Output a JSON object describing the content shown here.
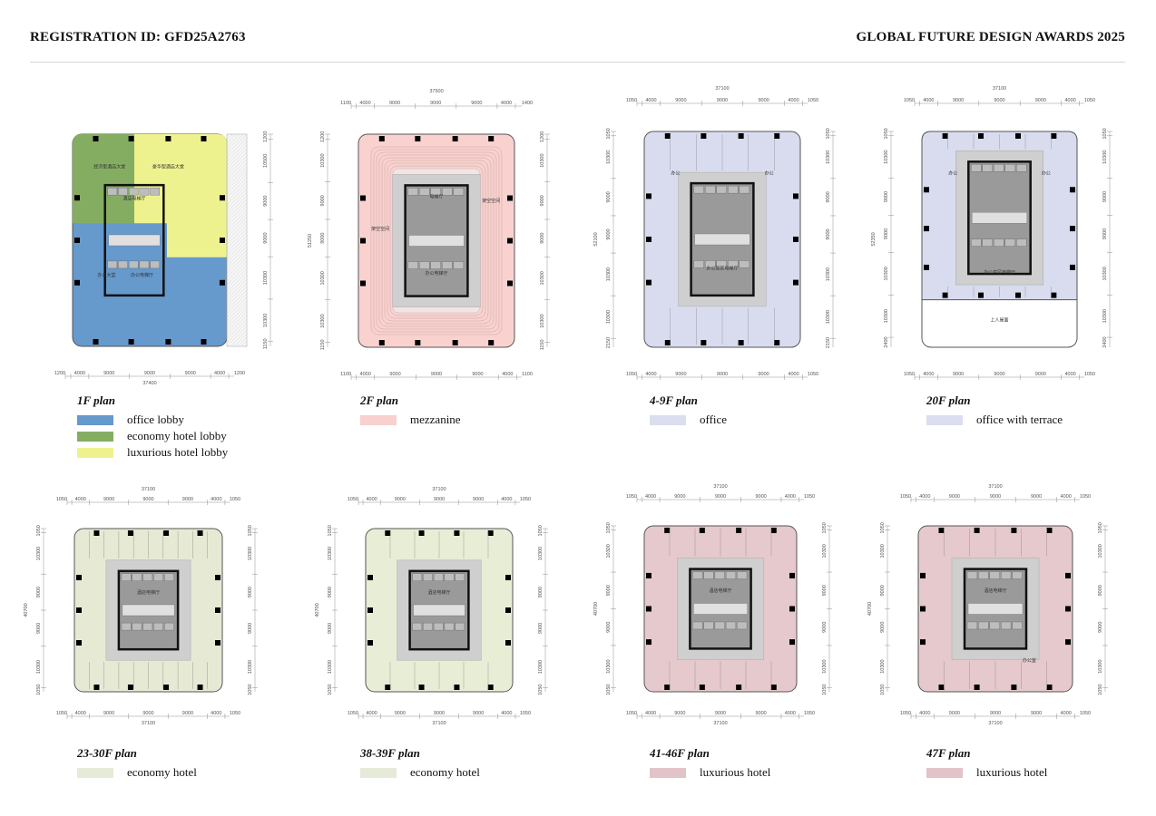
{
  "header": {
    "left": "REGISTRATION ID: GFD25A2763",
    "right": "GLOBAL FUTURE DESIGN AWARDS 2025"
  },
  "plans": [
    {
      "title": "1F plan",
      "fill": "#6699cc",
      "variant": "1f",
      "legend": [
        {
          "label": "office lobby",
          "color": "#6699cc"
        },
        {
          "label": "economy hotel lobby",
          "color": "#84ad62"
        },
        {
          "label": "luxurious hotel lobby",
          "color": "#eef28e"
        }
      ],
      "top_total": "",
      "top_dims": [],
      "bottom_dims": [
        "1200",
        "4000",
        "9000",
        "9000",
        "9000",
        "4000",
        "1200"
      ],
      "bottom_total": "37400",
      "right_dims": [
        "1200",
        "10500",
        "9000",
        "9000",
        "10300",
        "10300",
        "1150"
      ],
      "side_total": "",
      "labels": [
        "经济型酒店大堂",
        "豪华型酒店大堂",
        "酒店电梯厅",
        "办公大堂",
        "办公电梯厅"
      ]
    },
    {
      "title": "2F plan",
      "fill": "#f9d2cf",
      "variant": "2f",
      "legend": [
        {
          "label": "mezzanine",
          "color": "#f8d0cd"
        }
      ],
      "top_total": "37500",
      "top_dims": [
        "1100",
        "4000",
        "9000",
        "9000",
        "9000",
        "4000",
        "1400"
      ],
      "bottom_dims": [
        "1100",
        "4000",
        "9000",
        "9000",
        "9000",
        "4000",
        "1100"
      ],
      "bottom_total": "",
      "left_dims": [
        "1200",
        "10300",
        "9000",
        "9000",
        "10300",
        "10300",
        "1150"
      ],
      "side_total": "51250",
      "labels": [
        "电梯厅",
        "架空空间",
        "架空空间",
        "办公电梯厅"
      ]
    },
    {
      "title": "4-9F plan",
      "fill": "#d8dcee",
      "variant": "office",
      "legend": [
        {
          "label": "office",
          "color": "#dadeee"
        }
      ],
      "top_total": "37100",
      "top_dims": [
        "1050",
        "4000",
        "9000",
        "9000",
        "9000",
        "4000",
        "1050"
      ],
      "bottom_dims": [
        "1050",
        "4000",
        "9000",
        "9000",
        "9000",
        "4000",
        "1050"
      ],
      "bottom_total": "",
      "left_dims": [
        "1050",
        "10300",
        "9000",
        "9000",
        "10300",
        "10300",
        "2150"
      ],
      "side_total": "52100",
      "labels": [
        "办公",
        "办公",
        "办公高区电梯厅"
      ]
    },
    {
      "title": "20F plan",
      "fill": "#d8dcee",
      "variant": "terrace",
      "legend": [
        {
          "label": "office with terrace",
          "color": "#dadeee"
        }
      ],
      "top_total": "37100",
      "top_dims": [
        "1050",
        "4000",
        "9000",
        "9000",
        "9000",
        "4000",
        "1050"
      ],
      "bottom_dims": [
        "1050",
        "4000",
        "9000",
        "9000",
        "9000",
        "4000",
        "1050"
      ],
      "bottom_total": "",
      "left_dims": [
        "1050",
        "10300",
        "9000",
        "9000",
        "10300",
        "10300",
        "2400"
      ],
      "side_total": "52350",
      "labels": [
        "办公",
        "办公",
        "办公高区电梯厅",
        "上人屋面"
      ]
    },
    {
      "title": "23-30F plan",
      "fill": "#e6ead4",
      "variant": "hotel",
      "legend": [
        {
          "label": "economy hotel",
          "color": "#e6ead8"
        }
      ],
      "top_total": "37100",
      "top_dims": [
        "1050",
        "4000",
        "9000",
        "9000",
        "9000",
        "4000",
        "1050"
      ],
      "bottom_dims": [
        "1050",
        "4000",
        "9000",
        "9000",
        "9000",
        "4000",
        "1050"
      ],
      "bottom_total": "37100",
      "left_dims": [
        "1050",
        "10300",
        "9000",
        "9000",
        "10300",
        "1050"
      ],
      "side_total": "40700",
      "labels": [
        "酒店电梯厅"
      ]
    },
    {
      "title": "38-39F plan",
      "fill": "#e8eed6",
      "variant": "hotel2",
      "legend": [
        {
          "label": "economy hotel",
          "color": "#e6ead8"
        }
      ],
      "top_total": "37100",
      "top_dims": [
        "1050",
        "4000",
        "9000",
        "9000",
        "9000",
        "4000",
        "1050"
      ],
      "bottom_dims": [
        "1050",
        "4000",
        "9000",
        "9000",
        "9000",
        "4000",
        "1050"
      ],
      "bottom_total": "37100",
      "left_dims": [
        "1050",
        "10300",
        "9000",
        "9000",
        "10300",
        "1050"
      ],
      "side_total": "40700",
      "labels": [
        "酒店电梯厅"
      ]
    },
    {
      "title": "41-46F plan",
      "fill": "#e6c9cc",
      "variant": "lux",
      "legend": [
        {
          "label": "luxurious hotel",
          "color": "#e2c3c8"
        }
      ],
      "top_total": "37100",
      "top_dims": [
        "1050",
        "4000",
        "9000",
        "9000",
        "9000",
        "4000",
        "1050"
      ],
      "bottom_dims": [
        "1050",
        "4000",
        "9000",
        "9000",
        "9000",
        "4000",
        "1050"
      ],
      "bottom_total": "37100",
      "left_dims": [
        "1050",
        "10300",
        "9000",
        "9000",
        "10300",
        "1050"
      ],
      "side_total": "40700",
      "labels": [
        "酒店电梯厅"
      ]
    },
    {
      "title": "47F plan",
      "fill": "#e6c9cc",
      "variant": "lux47",
      "legend": [
        {
          "label": "luxurious hotel",
          "color": "#e2c3c8"
        }
      ],
      "top_total": "37100",
      "top_dims": [
        "1050",
        "4000",
        "9000",
        "9000",
        "9000",
        "4000",
        "1050"
      ],
      "bottom_dims": [
        "1050",
        "4000",
        "9000",
        "9000",
        "9000",
        "4000",
        "1050"
      ],
      "bottom_total": "37100",
      "left_dims": [
        "1050",
        "10300",
        "9000",
        "9000",
        "10300",
        "1050"
      ],
      "side_total": "40700",
      "labels": [
        "酒店电梯厅",
        "办公室"
      ]
    }
  ]
}
